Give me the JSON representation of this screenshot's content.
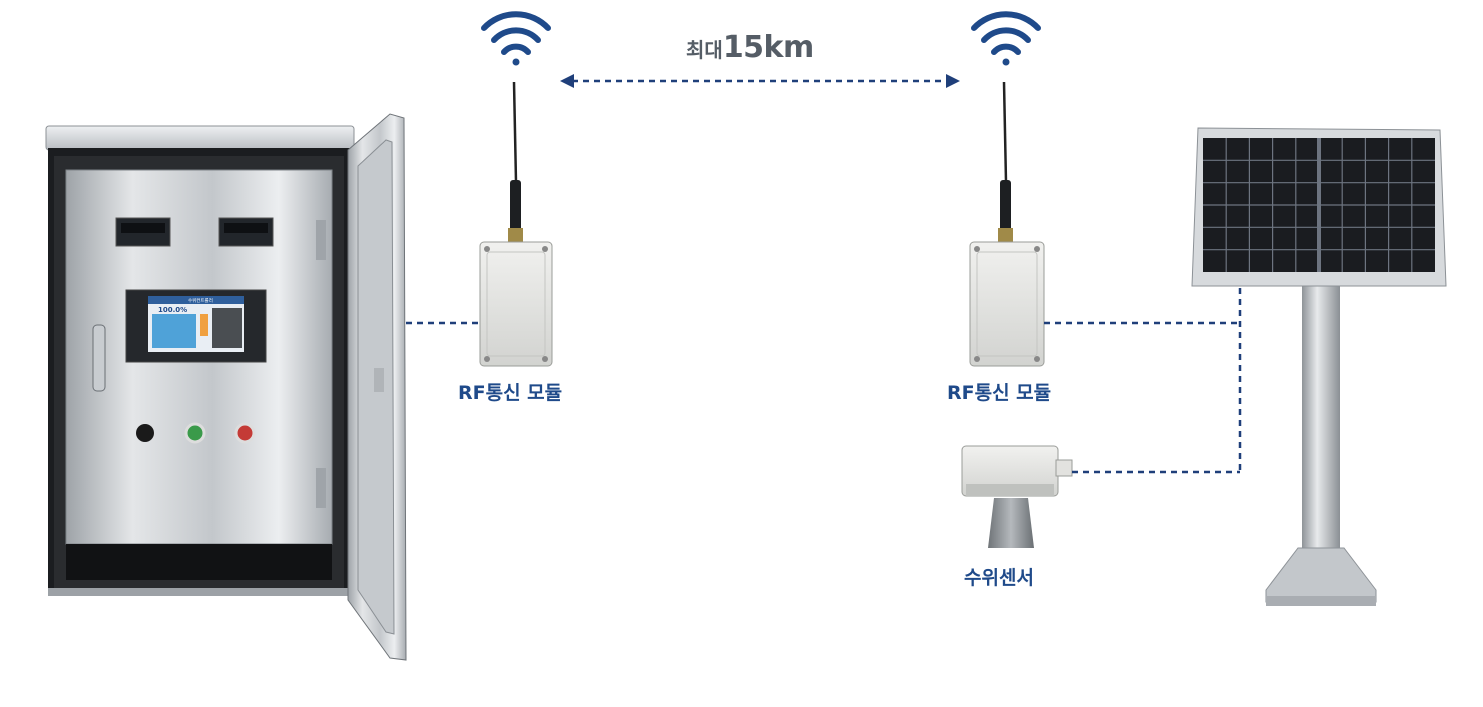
{
  "distance": {
    "prefix": "최대",
    "value": "15km"
  },
  "labels": {
    "rf_module_left": "RF통신 모듈",
    "rf_module_right": "RF통신 모듈",
    "water_level_sensor": "수위센서"
  },
  "panel_display": {
    "title": "수위컨트롤러",
    "level": "100.0%"
  },
  "colors": {
    "link_line": "#1f3f7a",
    "label": "#1f4a8a",
    "wifi": "#1f4a8a",
    "stainless": "#c9ccd0"
  },
  "icons": [
    "wifi-icon",
    "double-arrow-icon"
  ]
}
